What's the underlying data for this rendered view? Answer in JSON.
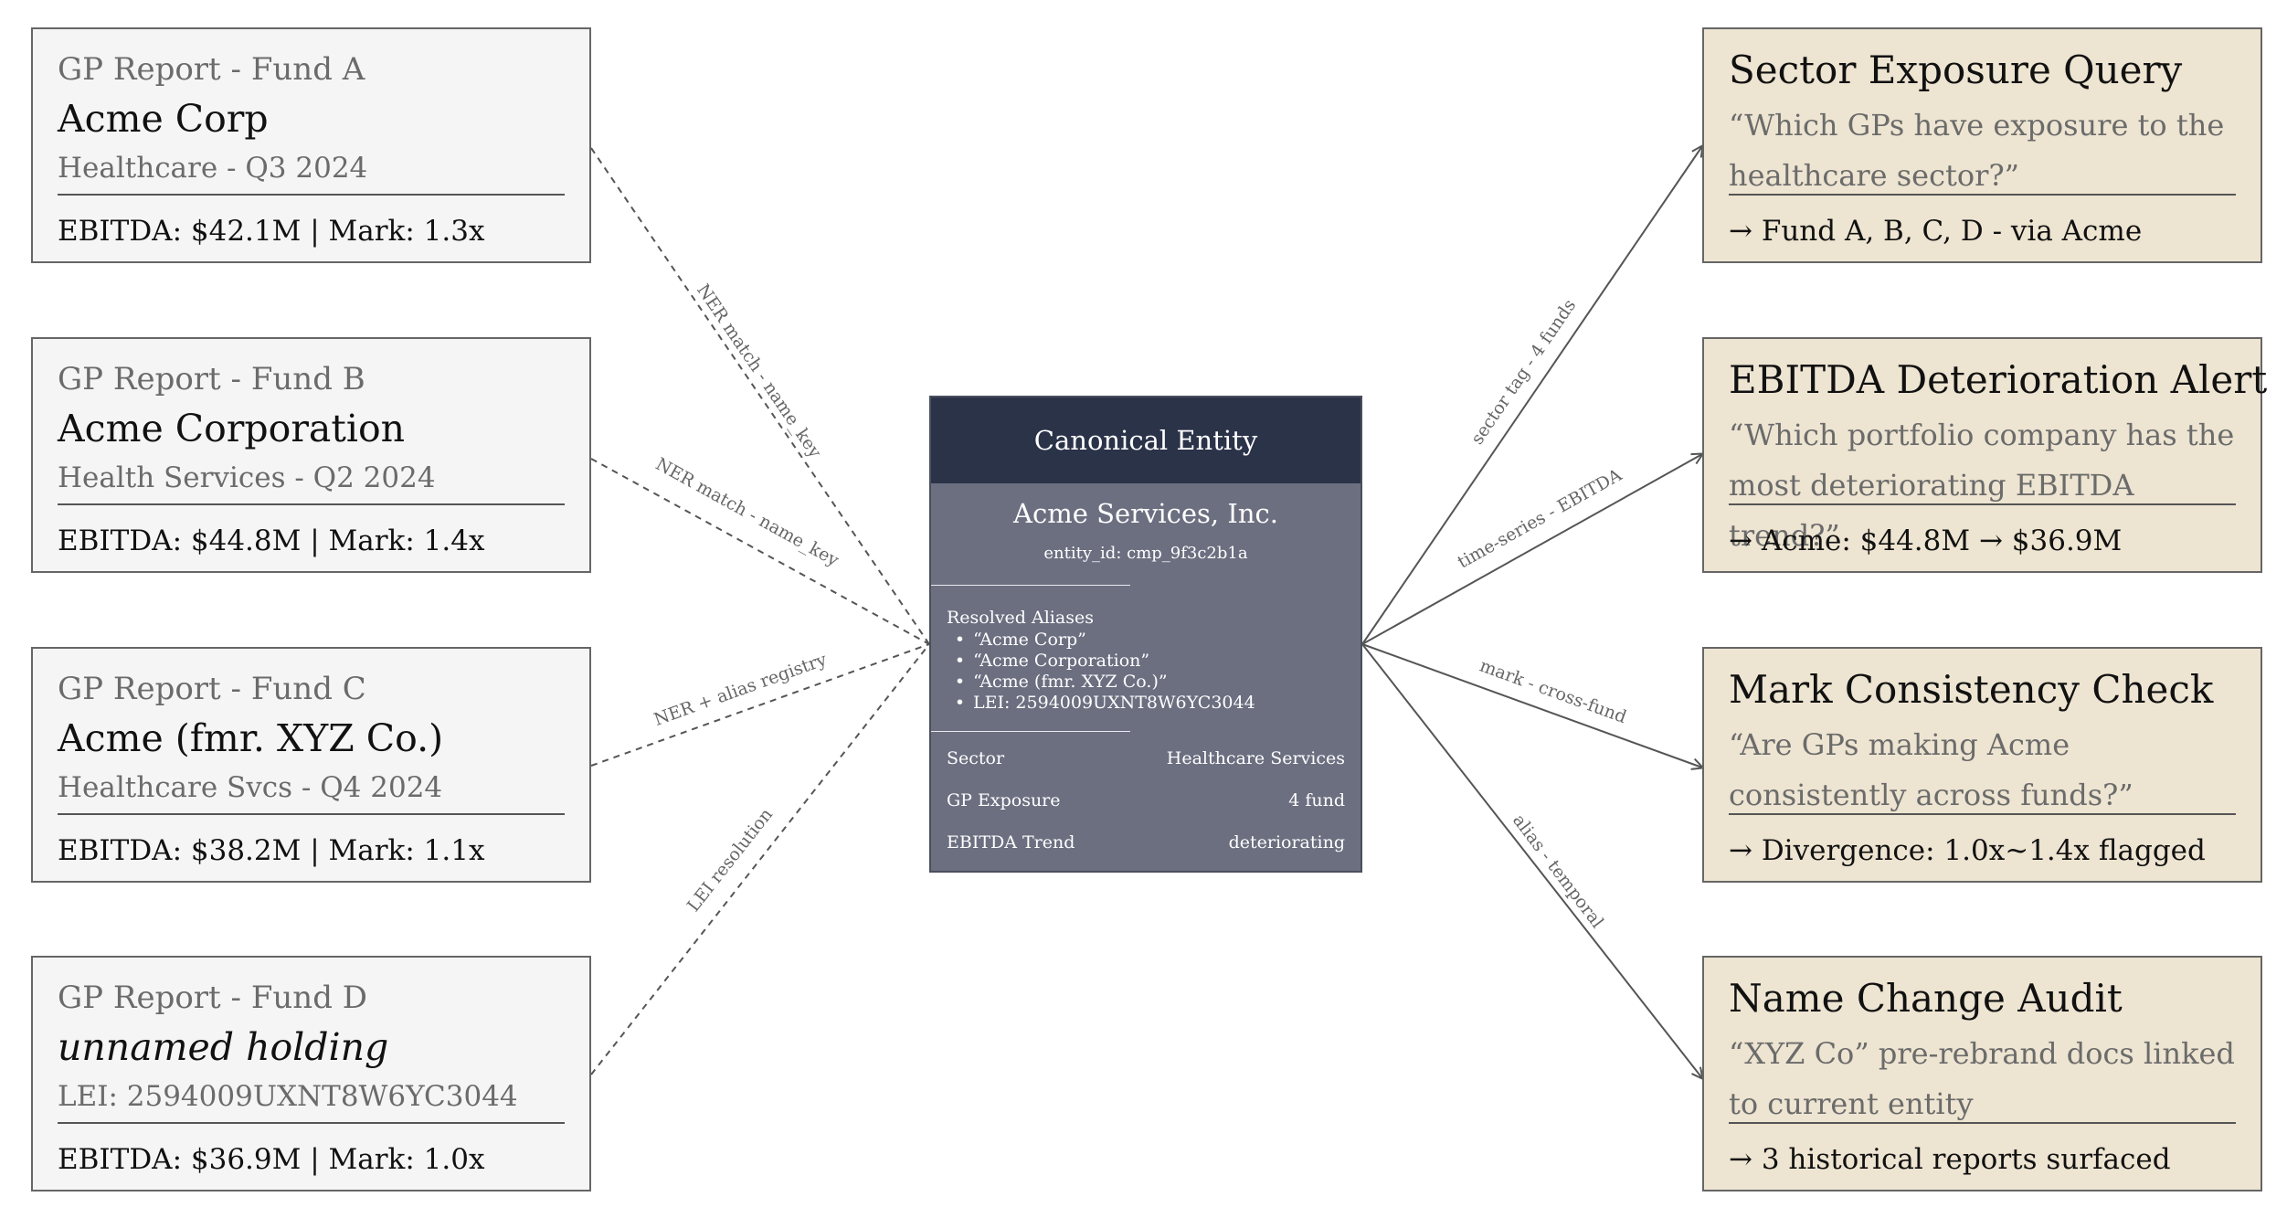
{
  "sources": [
    {
      "label": "GP Report - Fund A",
      "name": "Acme Corp",
      "meta": "Healthcare - Q3 2024",
      "metrics": "EBITDA: $42.1M | Mark: 1.3x"
    },
    {
      "label": "GP Report - Fund B",
      "name": "Acme Corporation",
      "meta": "Health Services - Q2 2024",
      "metrics": "EBITDA: $44.8M | Mark: 1.4x"
    },
    {
      "label": "GP Report - Fund C",
      "name": "Acme (fmr. XYZ Co.)",
      "meta": "Healthcare Svcs - Q4 2024",
      "metrics": "EBITDA: $38.2M | Mark: 1.1x"
    },
    {
      "label": "GP Report - Fund D",
      "name": "unnamed holding",
      "meta": "LEI: 2594009UXNT8W6YC3044",
      "metrics": "EBITDA: $36.9M | Mark: 1.0x"
    }
  ],
  "entity": {
    "header": "Canonical Entity",
    "name": "Acme Services, Inc.",
    "id": "entity_id: cmp_9f3c2b1a",
    "aliases_title": "Resolved Aliases",
    "aliases": [
      "“Acme Corp”",
      "“Acme Corporation”",
      "“Acme (fmr. XYZ Co.)”",
      "LEI: 2594009UXNT8W6YC3044"
    ],
    "fields": [
      {
        "key": "Sector",
        "value": "Healthcare Services"
      },
      {
        "key": "GP Exposure",
        "value": "4 fund"
      },
      {
        "key": "EBITDA Trend",
        "value": "deteriorating"
      }
    ]
  },
  "queries": [
    {
      "title": "Sector Exposure Query",
      "text": "“Which GPs have exposure to the healthcare sector?”",
      "result": "→ Fund A, B, C, D - via Acme"
    },
    {
      "title": "EBITDA Deterioration Alert",
      "text": "“Which portfolio company has the most deteriorating EBITDA trend?”",
      "result": "→ Acme: $44.8M → $36.9M"
    },
    {
      "title": "Mark Consistency Check",
      "text": "“Are GPs making Acme consistently across funds?”",
      "result": "→ Divergence: 1.0x~1.4x flagged"
    },
    {
      "title": "Name Change Audit",
      "text": "“XYZ Co” pre-rebrand docs linked to current entity",
      "result": "→ 3 historical reports surfaced"
    }
  ],
  "edges": {
    "inbound": [
      "NER match - name_key",
      "NER match - name_key",
      "NER + alias registry",
      "LEI resolution"
    ],
    "outbound": [
      "sector tag - 4 funds",
      "time-series - EBITDA",
      "mark - cross-fund",
      "alias - temporal"
    ]
  }
}
